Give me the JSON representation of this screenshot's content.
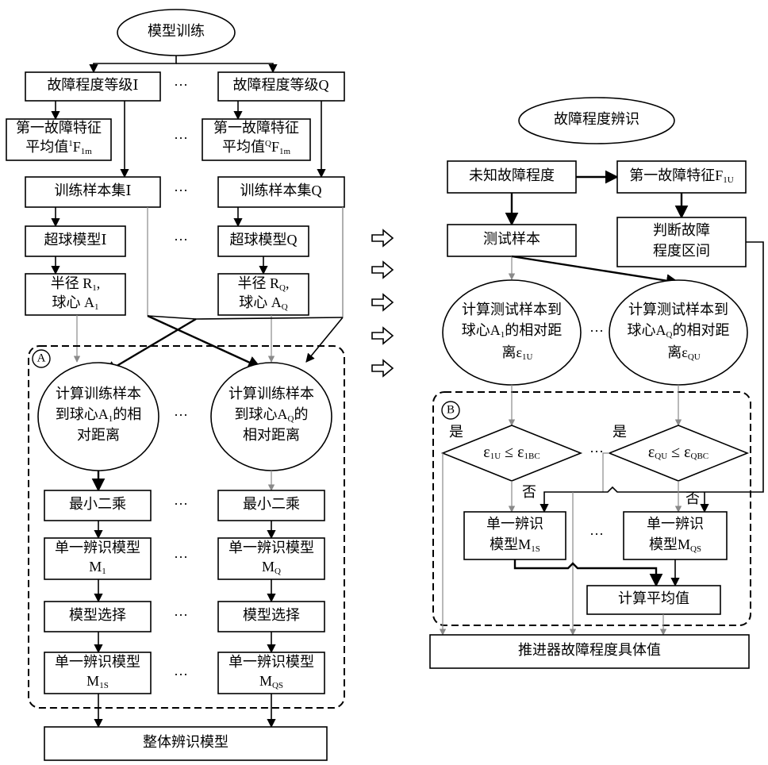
{
  "left": {
    "title": "模型训练",
    "level1": "故障程度等级Ⅰ",
    "levelQ": "故障程度等级Q",
    "feat1": {
      "line1": "第一故障特征",
      "line2a": "平均值",
      "sup": "1",
      "f": "F",
      "sub": "1m"
    },
    "featQ": {
      "line1": "第一故障特征",
      "line2a": "平均值",
      "sup": "Q",
      "f": "F",
      "sub": "1m"
    },
    "train1": "训练样本集Ⅰ",
    "trainQ": "训练样本集Q",
    "sphere1": "超球模型Ⅰ",
    "sphereQ": "超球模型Q",
    "radius1": {
      "a": "半径 R",
      "a_sub": "1",
      "a_end": ",",
      "b": "球心 A",
      "b_sub": "1"
    },
    "radiusQ": {
      "a": "半径 R",
      "a_sub": "Q",
      "a_end": ",",
      "b": "球心 A",
      "b_sub": "Q"
    },
    "region_tag": "A",
    "dist1": {
      "l1": "计算训练样本",
      "l2a": "到球心A",
      "l2sub": "1",
      "l2b": "的相",
      "l3": "对距离"
    },
    "distQ": {
      "l1": "计算训练样本",
      "l2a": "到球心A",
      "l2sub": "Q",
      "l2b": "的",
      "l3": "相对距离"
    },
    "ls1": "最小二乘",
    "lsQ": "最小二乘",
    "single1": {
      "l1": "单一辨识模型",
      "l2": "M",
      "l2sub": "1"
    },
    "singleQ": {
      "l1": "单一辨识模型",
      "l2": "M",
      "l2sub": "Q"
    },
    "select1": "模型选择",
    "selectQ": "模型选择",
    "final1": {
      "l1": "单一辨识模型",
      "l2": "M",
      "l2sub": "1S"
    },
    "finalQ": {
      "l1": "单一辨识模型",
      "l2": "M",
      "l2sub": "QS"
    },
    "overall": "整体辨识模型",
    "ellipsis": "···"
  },
  "right": {
    "title": "故障程度辨识",
    "unknown": "未知故障程度",
    "feature": {
      "a": "第一故障特征F",
      "sub": "1U"
    },
    "test": "测试样本",
    "judge": {
      "l1": "判断故障",
      "l2": "程度区间"
    },
    "calc1": {
      "l1": "计算测试样本到",
      "l2a": "球心A",
      "l2sub": "1",
      "l2b": "的相对距",
      "l3a": "离ε",
      "l3sub": "1U"
    },
    "calcQ": {
      "l1": "计算测试样本到",
      "l2a": "球心A",
      "l2sub": "Q",
      "l2b": "的相对距",
      "l3a": "离ε",
      "l3sub": "QU"
    },
    "region_tag": "B",
    "yes": "是",
    "no": "否",
    "cond1": {
      "a": "ε",
      "a_sub": "1U",
      "op": " ≤ ",
      "b": "ε",
      "b_sub": "1BC"
    },
    "condQ": {
      "a": "ε",
      "a_sub": "QU",
      "op": " ≤ ",
      "b": "ε",
      "b_sub": "QBC"
    },
    "model1": {
      "l1": "单一辨识",
      "l2": "模型M",
      "l2sub": "1S"
    },
    "modelQ": {
      "l1": "单一辨识",
      "l2": "模型M",
      "l2sub": "QS"
    },
    "avg": "计算平均值",
    "result": "推进器故障程度具体值",
    "ellipsis": "···"
  }
}
